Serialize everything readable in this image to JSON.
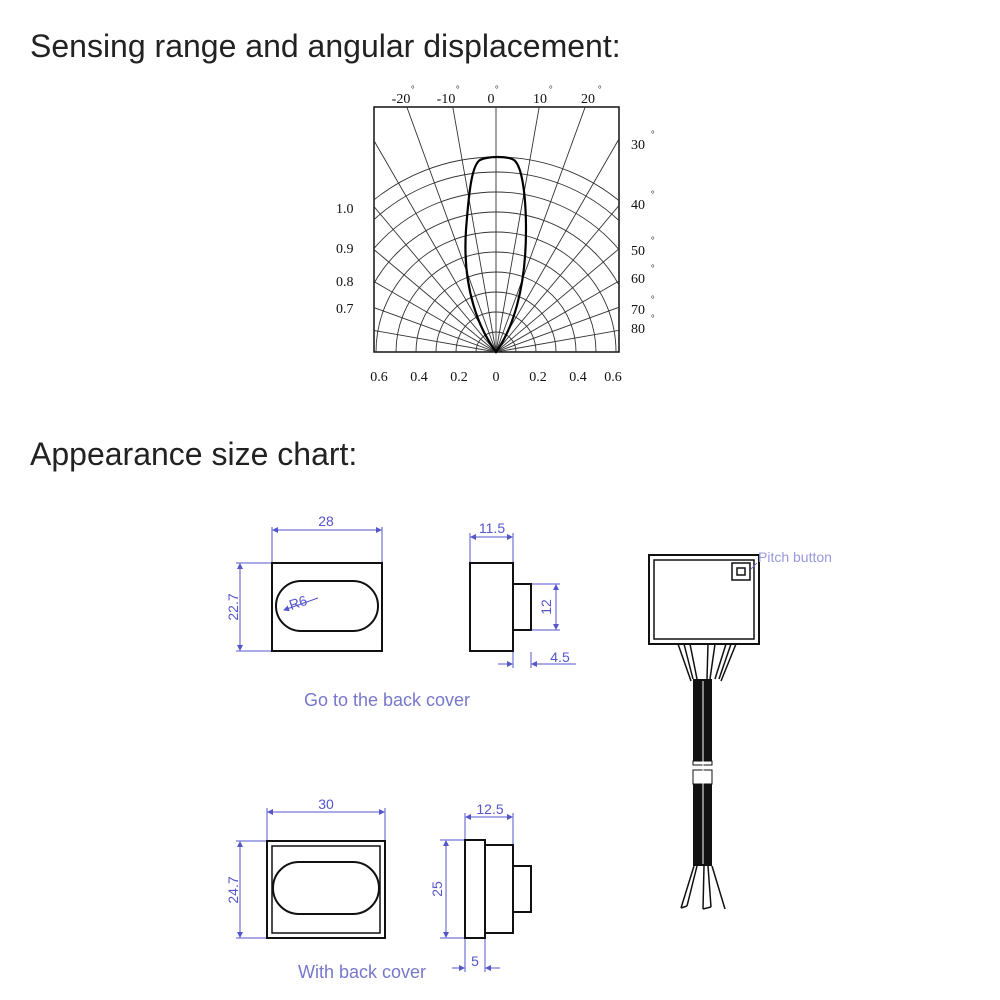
{
  "headings": {
    "sensing": "Sensing range and angular displacement:",
    "appearance": "Appearance size chart:"
  },
  "polar": {
    "top_angles": [
      "-20",
      "-10",
      "0",
      "10",
      "20"
    ],
    "right_angles": [
      "30",
      "40",
      "50",
      "60",
      "70",
      "80"
    ],
    "left_ratios": [
      "1.0",
      "0.9",
      "0.8",
      "0.7"
    ],
    "bottom_scale": [
      "0.6",
      "0.4",
      "0.2",
      "0",
      "0.2",
      "0.4",
      "0.6"
    ],
    "degree_mark": "°"
  },
  "drawings": {
    "front_no_cover": {
      "width": "28",
      "height": "22.7",
      "radius": "R6"
    },
    "side_no_cover": {
      "depth": "11.5",
      "boss_height": "12",
      "boss_depth": "4.5"
    },
    "caption_no_cover": "Go to the back cover",
    "front_cover": {
      "width": "30",
      "height": "24.7"
    },
    "side_cover": {
      "depth": "12.5",
      "height": "25",
      "plate": "5"
    },
    "caption_cover": "With back cover",
    "pitch_button_label": "Pitch button"
  },
  "colors": {
    "dimension": "#5555cc",
    "caption": "#7777cc",
    "line": "#111111",
    "grid": "#333333"
  }
}
